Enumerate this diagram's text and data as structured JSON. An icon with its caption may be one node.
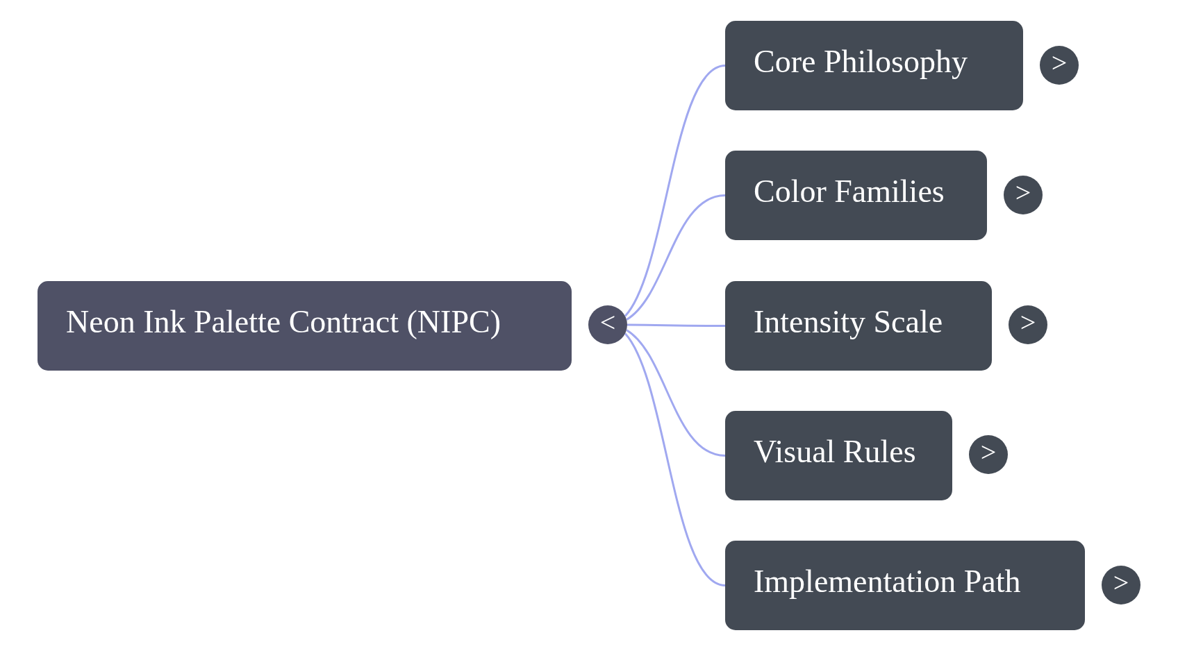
{
  "diagram": {
    "nodes": [
      {
        "text": [
          "Neon Ink Palette Contract (NIPC)"
        ]
      },
      {
        "text": [
          "<"
        ]
      },
      {
        "text": [
          "Core Philosophy"
        ]
      },
      {
        "text": [
          ">"
        ]
      },
      {
        "text": [
          "Color Families"
        ]
      },
      {
        "text": [
          ">"
        ]
      },
      {
        "text": [
          "Intensity Scale"
        ]
      },
      {
        "text": [
          ">"
        ]
      },
      {
        "text": [
          "Visual Rules"
        ]
      },
      {
        "text": [
          ">"
        ]
      },
      {
        "text": [
          "Implementation Path"
        ]
      },
      {
        "text": [
          ">"
        ]
      }
    ],
    "edges": [
      {
        "from": 1,
        "to": 2,
        "arrow": "none"
      },
      {
        "from": 1,
        "to": 4,
        "arrow": "none"
      },
      {
        "from": 1,
        "to": 6,
        "arrow": "none"
      },
      {
        "from": 1,
        "to": 8,
        "arrow": "none"
      },
      {
        "from": 1,
        "to": 10,
        "arrow": "none"
      }
    ]
  }
}
